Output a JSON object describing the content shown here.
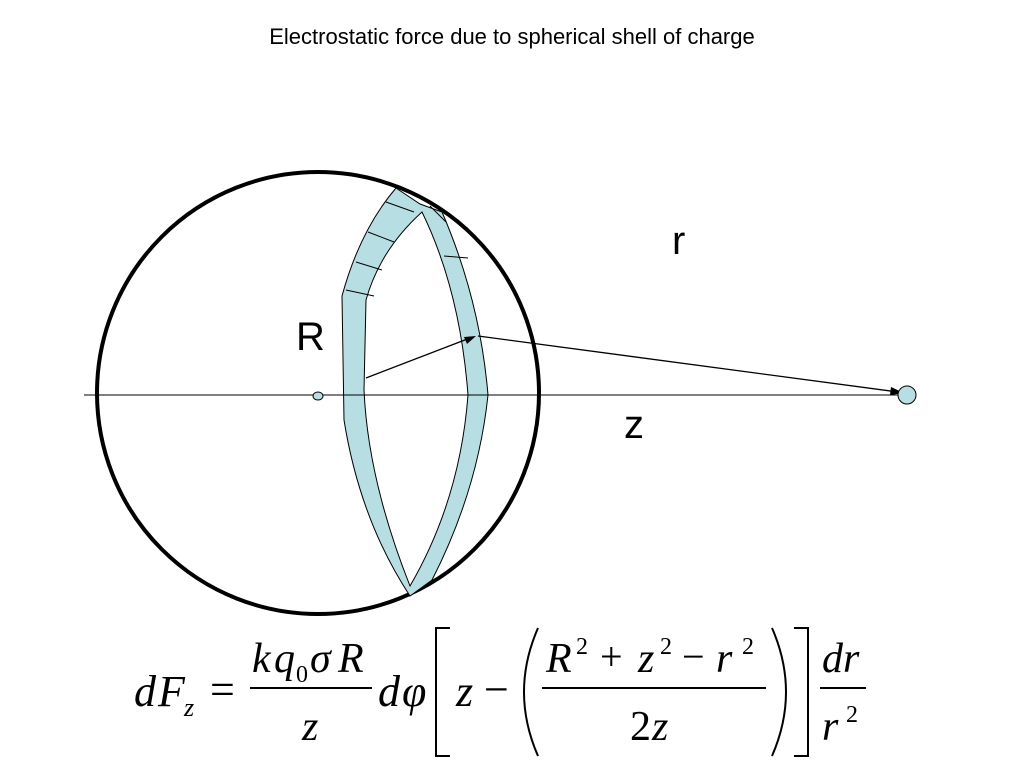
{
  "title": "Electrostatic force due to spherical shell of charge",
  "labels": {
    "radius": "R",
    "distance_r": "r",
    "distance_z": "z"
  },
  "equation": {
    "lhs_d": "d",
    "lhs_F": "F",
    "lhs_sub": "z",
    "equals": "=",
    "coef_num_k": "k",
    "coef_num_q": "q",
    "coef_num_q_sub": "0",
    "coef_num_sigma": "σ",
    "coef_num_R": "R",
    "coef_den": "z",
    "dphi_d": "d",
    "dphi_phi": "φ",
    "bracket_z": "z",
    "minus1": "−",
    "inner_R": "R",
    "inner_R_exp": "2",
    "plus": "+",
    "inner_z": "z",
    "inner_z_exp": "2",
    "minus2": "−",
    "inner_r": "r",
    "inner_r_exp": "2",
    "inner_den_2": "2",
    "inner_den_z": "z",
    "dr_num": "dr",
    "dr_den_r": "r",
    "dr_den_exp": "2"
  },
  "colors": {
    "ring_fill": "#b7dee2",
    "stroke": "#000000"
  }
}
